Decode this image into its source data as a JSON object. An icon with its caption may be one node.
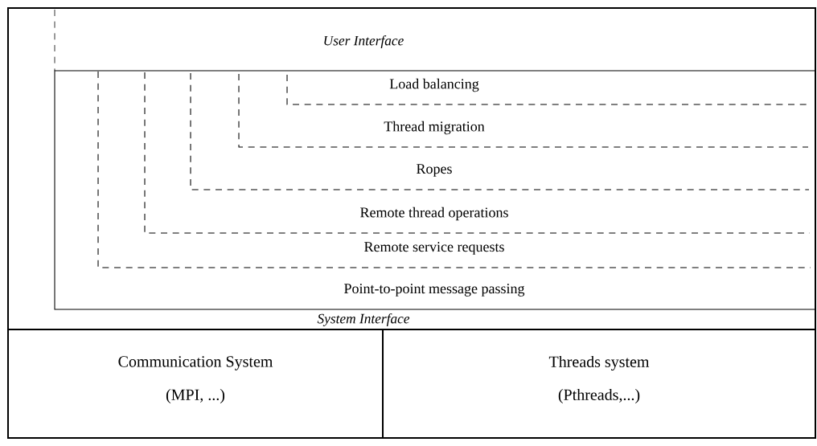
{
  "diagram": {
    "nodes": [
      {
        "text": [
          "*User Interface*",
          "*System Interface*"
        ]
      },
      {
        "text": [
          "Point-to-point message passing"
        ],
        "in": 0
      },
      {
        "text": [
          "Remote service requests"
        ],
        "in": 1
      },
      {
        "text": [
          "Remote thread operations"
        ],
        "in": 2
      },
      {
        "text": [
          "Ropes"
        ],
        "in": 3
      },
      {
        "text": [
          "Thread migration"
        ],
        "in": 4
      },
      {
        "text": [
          "Load balancing"
        ],
        "in": 5
      },
      {
        "text": [
          "Communication System",
          "(MPI, ...)"
        ]
      },
      {
        "text": [
          "Threads system",
          "(Pthreads,...)"
        ]
      }
    ]
  }
}
